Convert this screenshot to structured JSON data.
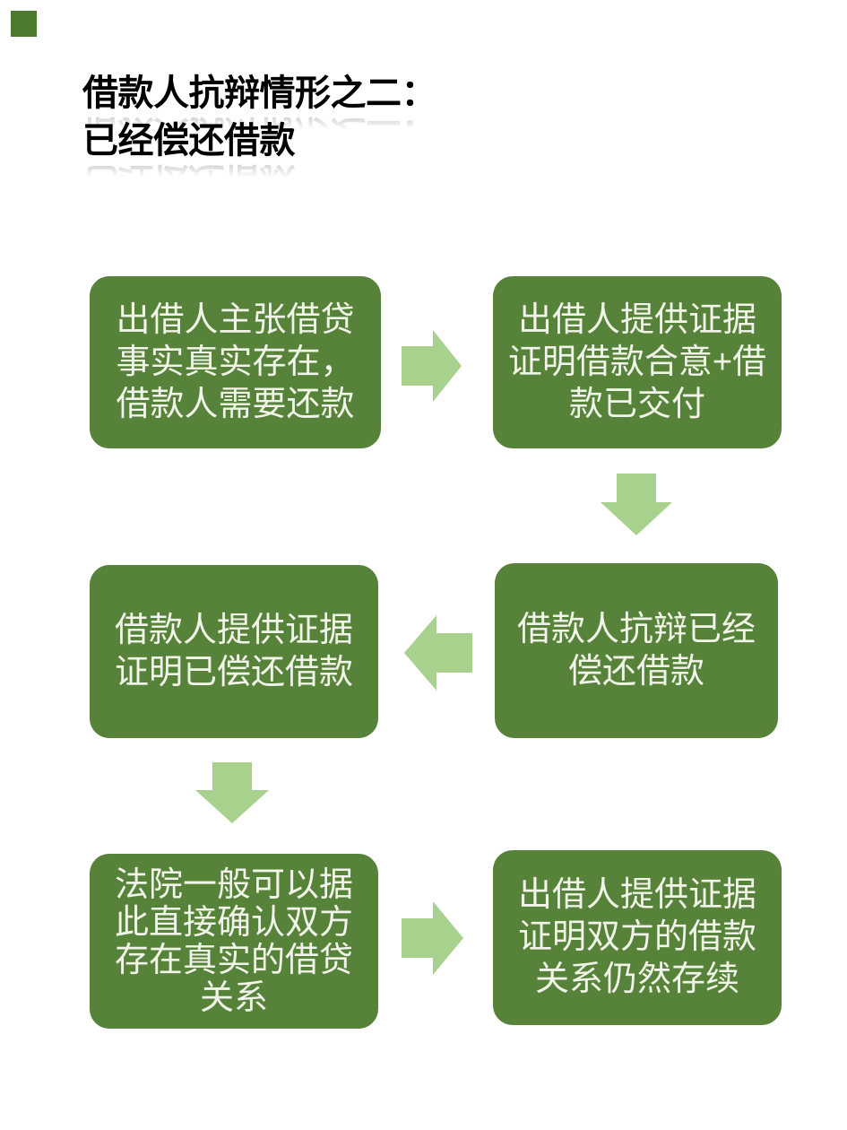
{
  "theme": {
    "box_green": "#568239",
    "arrow_green": "#a9d18e",
    "box_text": "#f1f4e8",
    "title_color": "#000000",
    "background": "#ffffff",
    "corner_square": "#4e7a2f"
  },
  "title": {
    "line1": "借款人抗辩情形之二：",
    "line2": "已经偿还借款"
  },
  "flow": {
    "boxes": [
      {
        "id": "lender-claims-debt",
        "lines": [
          "出借人主张借贷",
          "事实真实存在，",
          "借款人需要还款"
        ]
      },
      {
        "id": "lender-provides-evidence",
        "lines": [
          "出借人提供证据",
          "证明借款合意+借",
          "款已交付"
        ]
      },
      {
        "id": "borrower-defense-repaid",
        "lines": [
          "借款人抗辩已经",
          "偿还借款"
        ]
      },
      {
        "id": "borrower-provides-evidence",
        "lines": [
          "借款人提供证据",
          "证明已偿还借款"
        ]
      },
      {
        "id": "court-confirms-relationship",
        "lines": [
          "法院一般可以据",
          "此直接确认双方",
          "存在真实的借贷",
          "关系"
        ]
      },
      {
        "id": "lender-proves-relationship-continues",
        "lines": [
          "出借人提供证据",
          "证明双方的借款",
          "关系仍然存续"
        ]
      }
    ],
    "arrows": [
      {
        "direction": "right"
      },
      {
        "direction": "down"
      },
      {
        "direction": "left"
      },
      {
        "direction": "down"
      },
      {
        "direction": "right"
      }
    ]
  }
}
